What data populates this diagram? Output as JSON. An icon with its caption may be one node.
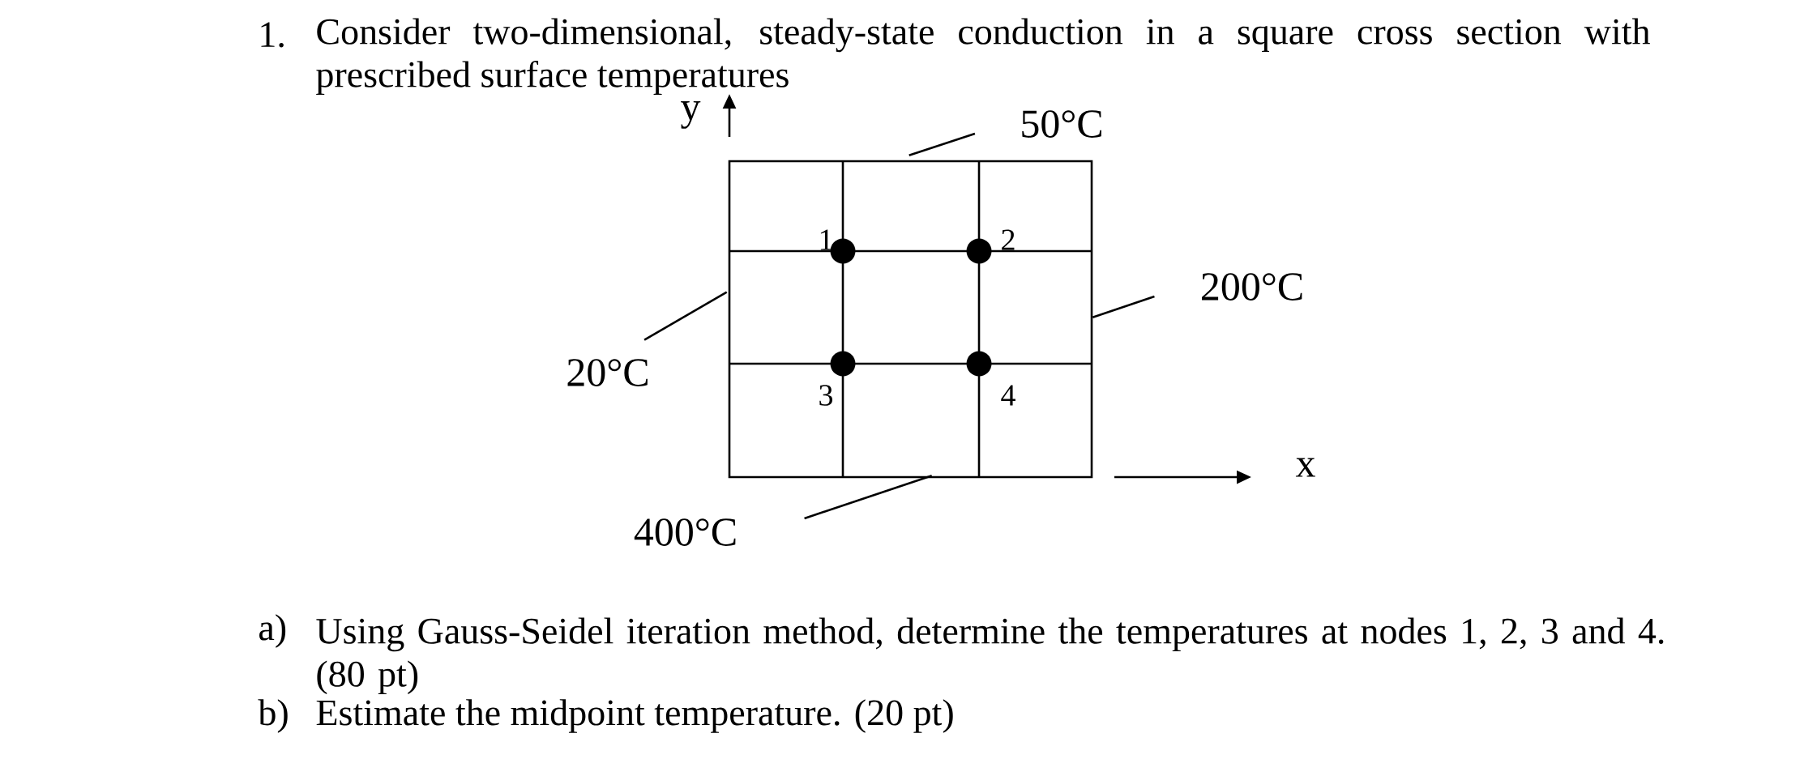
{
  "diagram": {
    "nodes": [
      {
        "text": [],
        "shape": "box"
      },
      {
        "text": [],
        "shape": "circle",
        "beside": [
          "1"
        ],
        "in": 0
      },
      {
        "text": [],
        "shape": "circle",
        "beside": [
          "2"
        ],
        "in": 0
      },
      {
        "text": [],
        "shape": "circle",
        "beside": [
          "3"
        ],
        "in": 0
      },
      {
        "text": [],
        "shape": "circle",
        "beside": [
          "4"
        ],
        "in": 0
      },
      {
        "text": [
          "50°C"
        ]
      },
      {
        "text": [
          "200°C"
        ]
      },
      {
        "text": [
          "20°C"
        ]
      },
      {
        "text": [
          "400°C"
        ]
      }
    ],
    "edges": [
      {
        "from": 5,
        "to": 0,
        "arrow": "none"
      },
      {
        "from": 6,
        "to": 0,
        "arrow": "none"
      },
      {
        "from": 7,
        "to": 0,
        "arrow": "none"
      },
      {
        "from": 8,
        "to": 0,
        "arrow": "none"
      }
    ],
    "labels": [
      "1.",
      "Consider two-dimensional, steady-state conduction in a square cross section with prescribed surface temperatures",
      "y",
      "x",
      "a)",
      "Using Gauss-Seidel iteration method, determine the temperatures at nodes 1, 2, 3 and 4. (80 pt)",
      "b)",
      "Estimate the midpoint temperature. (20 pt)"
    ]
  }
}
